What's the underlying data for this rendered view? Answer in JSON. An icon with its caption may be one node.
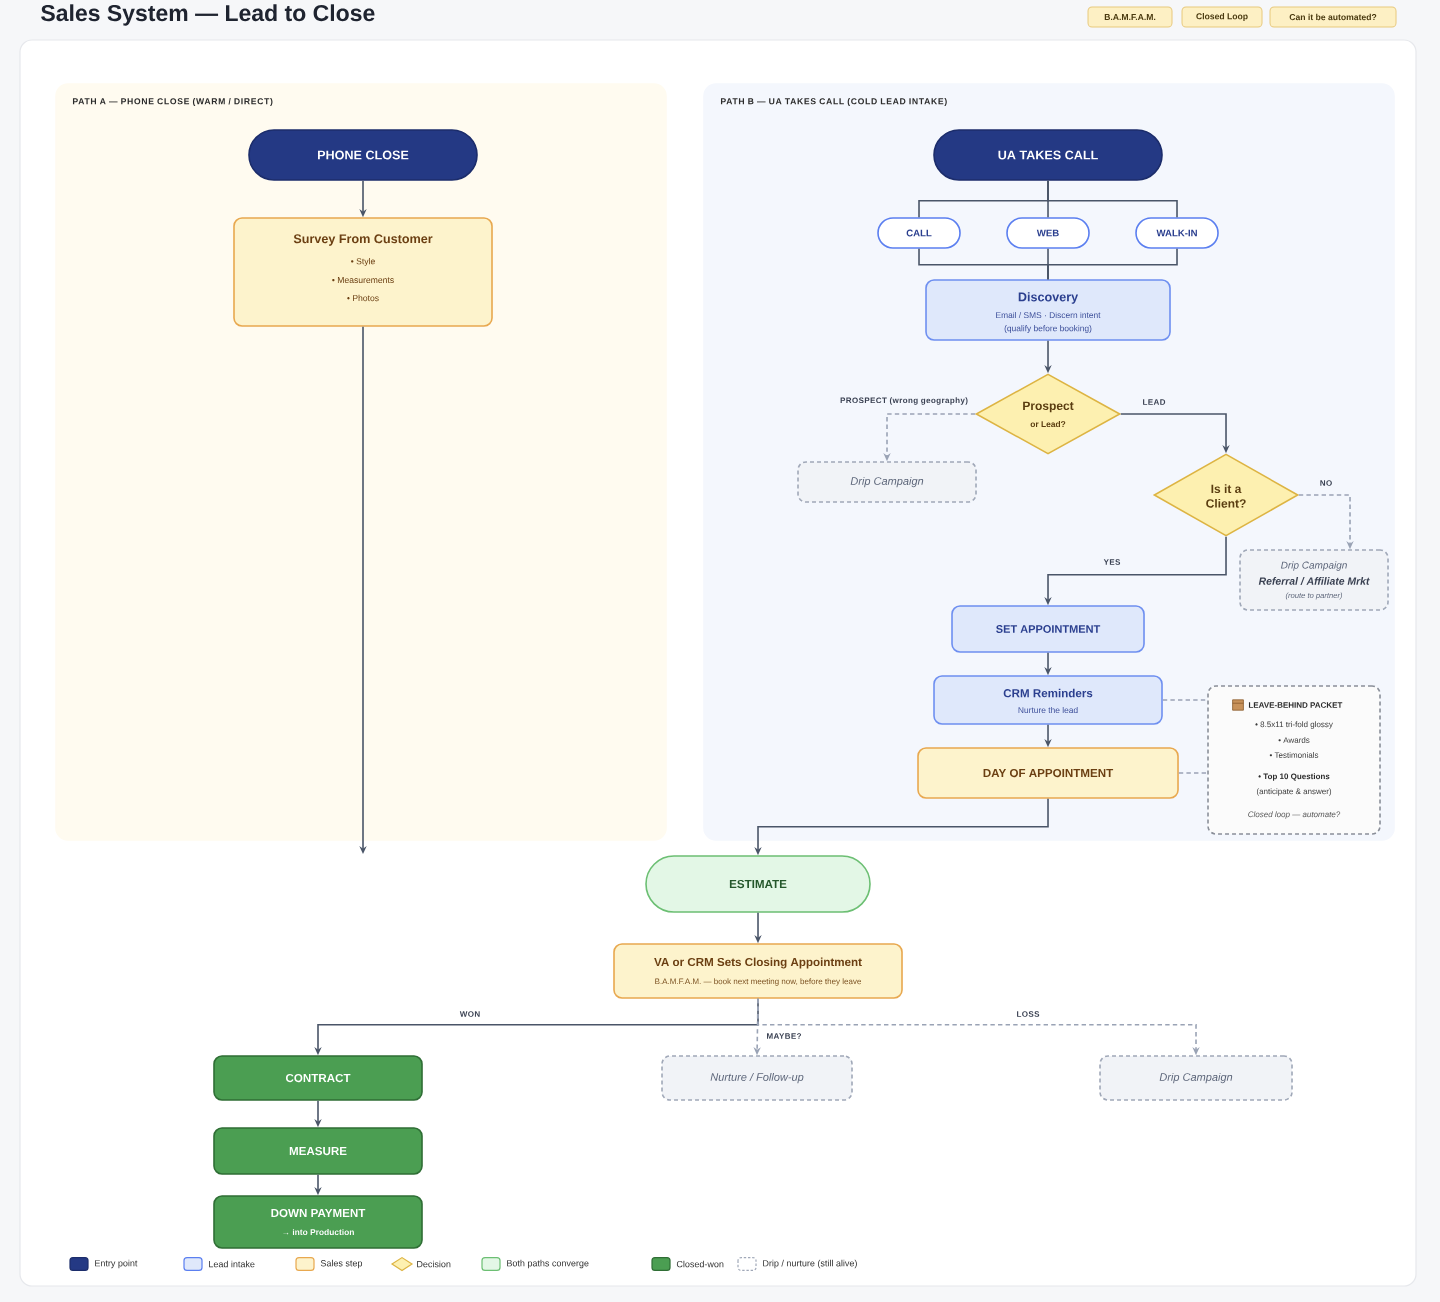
{
  "diagram": {
    "title": "Sales System — Lead to Close",
    "nodes": [
      {
        "text": [
          "PATH A — PHONE CLOSE (WARM / DIRECT)"
        ]
      },
      {
        "text": [
          "PHONE CLOSE"
        ],
        "in": 0
      },
      {
        "text": [
          "Survey From Customer",
          "• Style",
          "• Measurements",
          "• Photos"
        ],
        "in": 0
      },
      {
        "text": [
          "PATH B — UA TAKES CALL (COLD LEAD INTAKE)"
        ]
      },
      {
        "text": [
          "UA TAKES CALL"
        ],
        "in": 3
      },
      {
        "text": [
          "CALL"
        ],
        "in": 3
      },
      {
        "text": [
          "WEB"
        ],
        "in": 3
      },
      {
        "text": [
          "WALK-IN"
        ],
        "in": 3
      },
      {
        "text": [
          "Discovery",
          "Email / SMS · Discern intent",
          "(qualify before booking)"
        ],
        "in": 3
      },
      {
        "text": [
          "Prospect",
          "or Lead?"
        ],
        "in": 3
      },
      {
        "text": [
          "Drip Campaign"
        ],
        "in": 3
      },
      {
        "text": [
          "Is it a Client?"
        ],
        "in": 3
      },
      {
        "text": [
          "Drip Campaign",
          "Referral / Affiliate Mrkt",
          "(route to partner)"
        ],
        "in": 3
      },
      {
        "text": [
          "SET APPOINTMENT"
        ],
        "in": 3
      },
      {
        "text": [
          "CRM Reminders",
          "Nurture the lead"
        ],
        "in": 3
      },
      {
        "text": [
          "DAY OF APPOINTMENT"
        ],
        "in": 3
      },
      {
        "text": [
          "LEAVE-BEHIND PACKET",
          "• 8.5x11 tri-fold glossy",
          "• Awards",
          "• Testimonials",
          "• Top 10 Questions",
          "(anticipate & answer)",
          "Closed loop — automate?"
        ],
        "in": 3
      },
      {
        "text": [
          "ESTIMATE"
        ]
      },
      {
        "text": [
          "VA or CRM Sets Closing Appointment",
          "B.A.M.F.A.M. — book next meeting now, before they leave"
        ]
      },
      {
        "text": [
          "CONTRACT"
        ]
      },
      {
        "text": [
          "Nurture / Follow-up"
        ]
      },
      {
        "text": [
          "Drip Campaign"
        ]
      },
      {
        "text": [
          "MEASURE"
        ]
      },
      {
        "text": [
          "DOWN PAYMENT",
          "→ into Production"
        ]
      }
    ],
    "edges": [
      {
        "from": 1,
        "to": 2,
        "arrow": "to"
      },
      {
        "from": 2,
        "to": null,
        "arrow": "to"
      },
      {
        "from": 4,
        "to": 5,
        "arrow": "none"
      },
      {
        "from": 4,
        "to": 6,
        "arrow": "none"
      },
      {
        "from": 4,
        "to": 7,
        "arrow": "none"
      },
      {
        "from": 5,
        "to": 8,
        "arrow": "none"
      },
      {
        "from": 6,
        "to": 8,
        "arrow": "none"
      },
      {
        "from": 7,
        "to": 8,
        "arrow": "none"
      },
      {
        "from": 8,
        "to": 9,
        "arrow": "to"
      },
      {
        "from": 9,
        "to": 10,
        "arrow": "to",
        "label": "PROSPECT (wrong geography)",
        "style": "dashed",
        "color": "#9aa3b5"
      },
      {
        "from": 9,
        "to": 11,
        "arrow": "to",
        "label": "LEAD"
      },
      {
        "from": 11,
        "to": 12,
        "arrow": "to",
        "label": "NO",
        "style": "dashed",
        "color": "#9aa3b5"
      },
      {
        "from": 11,
        "to": 13,
        "arrow": "to",
        "label": "YES"
      },
      {
        "from": 13,
        "to": 14,
        "arrow": "to"
      },
      {
        "from": 14,
        "to": 15,
        "arrow": "to"
      },
      {
        "from": 14,
        "to": 16,
        "arrow": "none",
        "style": "dashed",
        "color": "#9aa3b5"
      },
      {
        "from": 15,
        "to": 16,
        "arrow": "none",
        "style": "dashed",
        "color": "#9aa3b5"
      },
      {
        "from": 15,
        "to": 17,
        "arrow": "to"
      },
      {
        "from": 17,
        "to": 18,
        "arrow": "to"
      },
      {
        "from": 18,
        "to": 19,
        "arrow": "to",
        "label": "WON"
      },
      {
        "from": 18,
        "to": 20,
        "arrow": "to",
        "label": "MAYBE?",
        "style": "dashed",
        "color": "#9aa3b5"
      },
      {
        "from": 18,
        "to": 21,
        "arrow": "to",
        "label": "LOSS",
        "style": "dashed",
        "color": "#9aa3b5"
      },
      {
        "from": 19,
        "to": 22,
        "arrow": "to"
      },
      {
        "from": 22,
        "to": 23,
        "arrow": "to"
      }
    ],
    "labels": [
      "B.A.M.F.A.M.",
      "Closed Loop",
      "Can it be automated?"
    ],
    "legend": [
      {
        "text": "Entry point",
        "color": "#243984"
      },
      {
        "text": "Lead intake",
        "color": "#dfe8fb"
      },
      {
        "text": "Sales step",
        "color": "#fdf3cc"
      },
      {
        "text": "Decision",
        "color": "#fdf0b0"
      },
      {
        "text": "Both paths converge",
        "color": "#e3f7e6"
      },
      {
        "text": "Closed-won",
        "color": "#4b9e52"
      },
      {
        "text": "Drip / nurture (still alive)"
      }
    ]
  }
}
